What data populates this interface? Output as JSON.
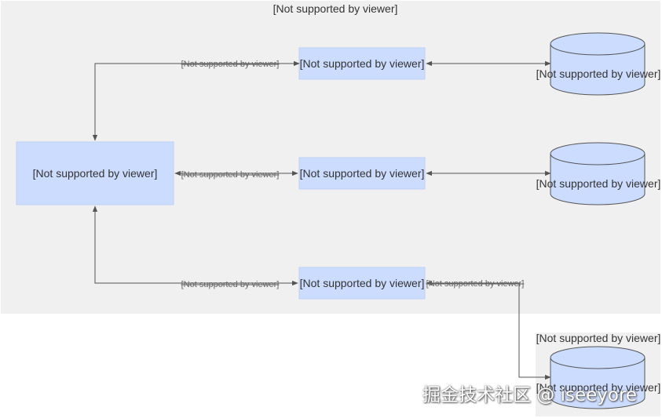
{
  "diagram": {
    "title": "[Not supported by viewer]",
    "main_box_label": "[Not supported by viewer]",
    "service_boxes": [
      {
        "label": "[Not supported by viewer]"
      },
      {
        "label": "[Not supported by viewer]"
      },
      {
        "label": "[Not supported by viewer]"
      }
    ],
    "databases": [
      {
        "label": "[Not supported by viewer]"
      },
      {
        "label": "[Not supported by viewer]"
      },
      {
        "label": "[Not supported by viewer]",
        "top_label": "[Not supported by viewer]"
      }
    ],
    "edge_labels": [
      {
        "label": "[Not supported by viewer]"
      },
      {
        "label": "[Not supported by viewer]"
      },
      {
        "label": "[Not supported by viewer]"
      },
      {
        "label": "[Not supported by viewer]"
      }
    ],
    "colors": {
      "container_bg": "#f0f0f0",
      "box_fill": "#ccdcff",
      "box_stroke": "#bcd0f5",
      "db_fill": "#ccdcff",
      "db_stroke": "#555555",
      "line": "#555555"
    }
  },
  "watermark": "掘金技术社区 @ iseeyore"
}
